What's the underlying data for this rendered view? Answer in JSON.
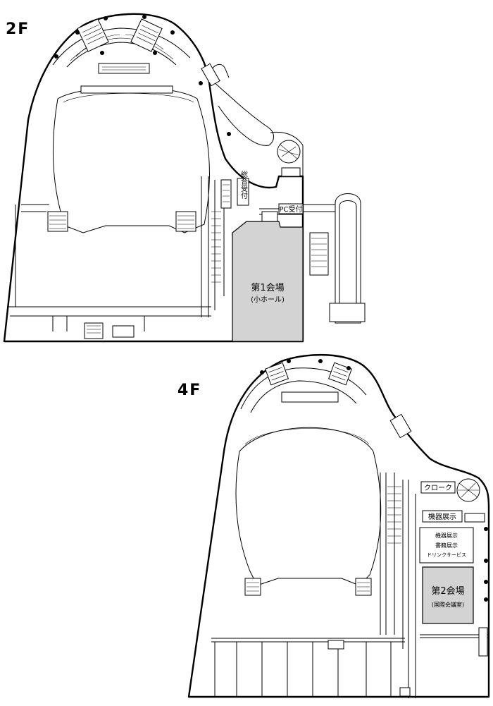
{
  "floors": [
    {
      "label": "2F",
      "reception": "総合受付",
      "pc_reception": "PC受付",
      "venue": {
        "name": "第1会場",
        "subtitle": "(小ホール)",
        "fill": "#d3d3d3"
      }
    },
    {
      "label": "4F",
      "cloak": "クローク",
      "equipment": "機器展示",
      "services": [
        "機器展示",
        "書籍展示",
        "ドリンクサービス"
      ],
      "venue": {
        "name": "第2会場",
        "subtitle": "(国際会議室)",
        "fill": "#d3d3d3"
      }
    }
  ],
  "colors": {
    "walls": "#000000",
    "venue_fill": "#d3d3d3",
    "background": "#ffffff"
  }
}
